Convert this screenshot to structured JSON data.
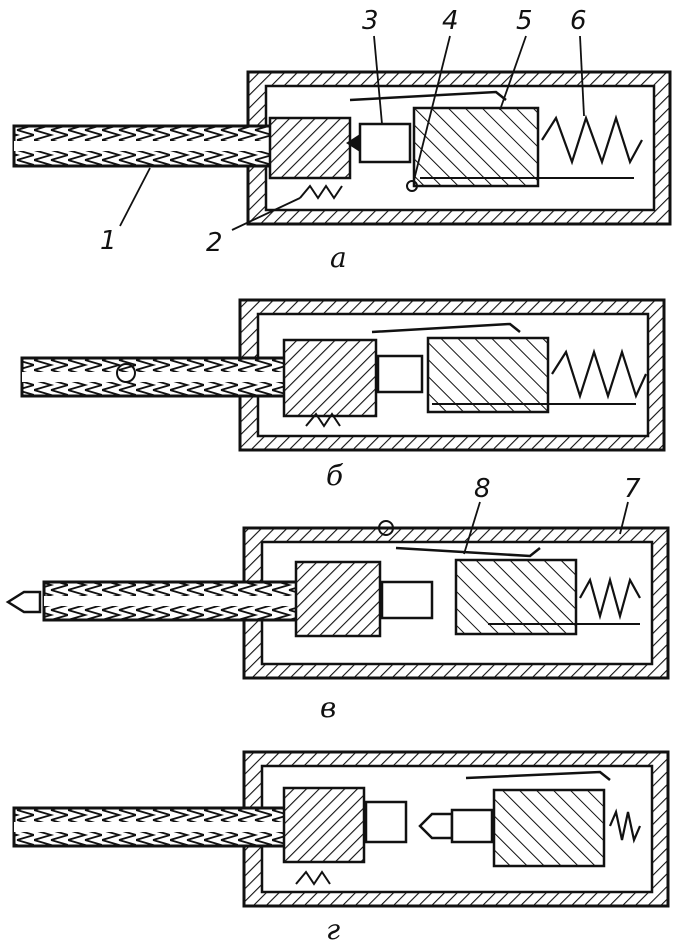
{
  "panels": [
    {
      "id": "a",
      "caption": "а"
    },
    {
      "id": "b",
      "caption": "б"
    },
    {
      "id": "v",
      "caption": "в"
    },
    {
      "id": "g",
      "caption": "г"
    }
  ],
  "callouts": {
    "n1": "1",
    "n2": "2",
    "n3": "3",
    "n4": "4",
    "n5": "5",
    "n6": "6",
    "n7": "7",
    "n8": "8"
  },
  "colors": {
    "ink": "#111111",
    "paper": "#ffffff"
  }
}
